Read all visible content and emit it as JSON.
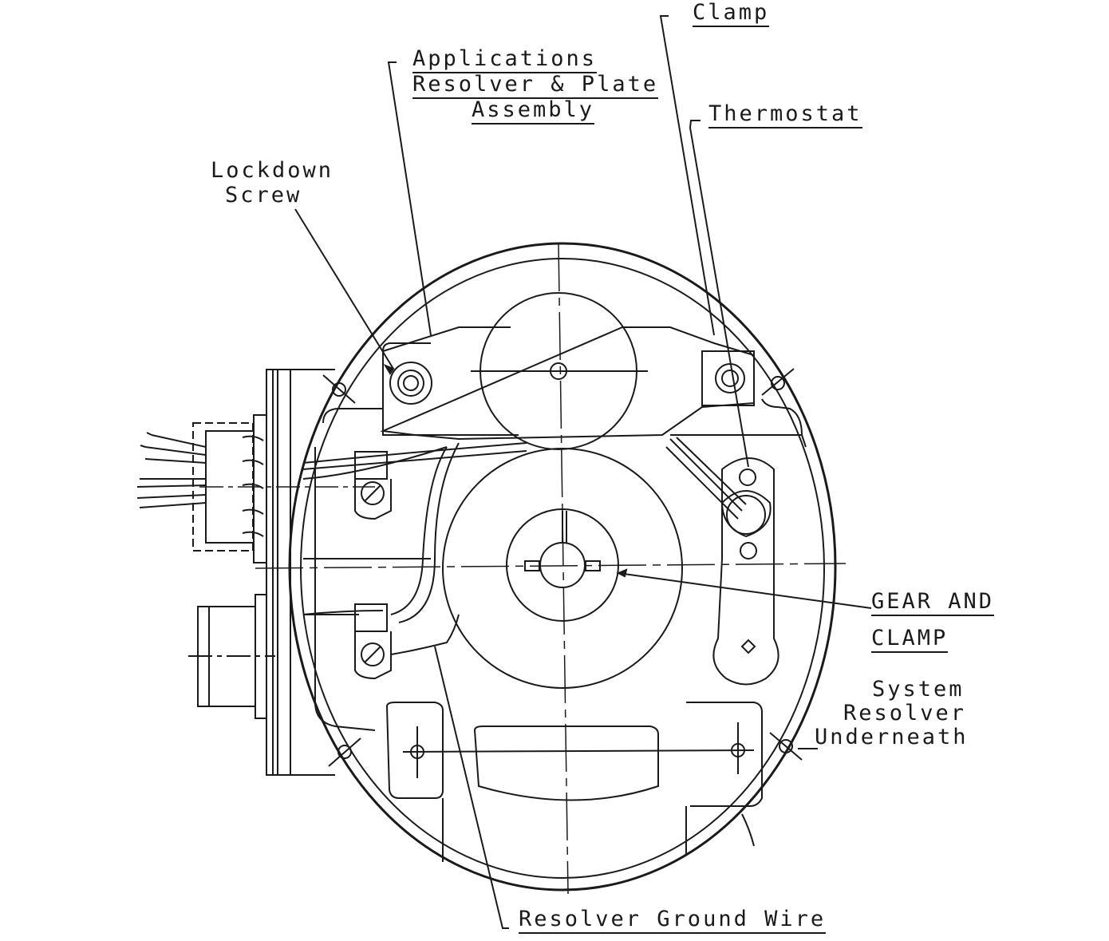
{
  "diagram": {
    "labels": {
      "clamp": "Clamp",
      "applications_1": "Applications",
      "applications_2": "Resolver & Plate",
      "applications_3": "Assembly",
      "thermostat": "Thermostat",
      "lockdown_1": "Lockdown",
      "lockdown_2": "Screw",
      "gear_1": "GEAR AND",
      "gear_2": "CLAMP",
      "system_1": "System",
      "system_2": "Resolver",
      "system_3": "Underneath",
      "ground_wire": "Resolver Ground Wire"
    },
    "line_color": "#1a1a1a"
  }
}
